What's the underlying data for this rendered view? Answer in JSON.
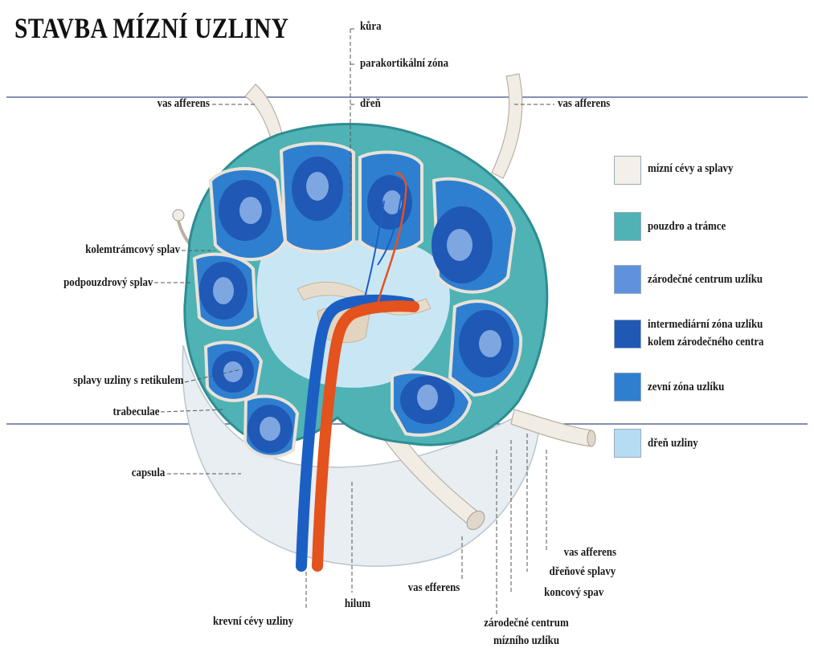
{
  "title": "STAVBA MÍZNÍ UZLINY",
  "colors": {
    "capsule": "#4fb2b4",
    "capsule_dark": "#2e8d92",
    "outer_zone": "#2f7fd0",
    "intermediate_zone": "#1f58b5",
    "germinal_center": "#7ea6e0",
    "medulla": "#c9e6f5",
    "lymph_vessels": "#f2ede6",
    "artery": "#e4521e",
    "vein": "#1c5fc4",
    "rule_line": "#3b4a8c"
  },
  "labels": {
    "kura": "kůra",
    "parakortikalni_zona": "parakortikální zóna",
    "dren": "dřeň",
    "vas_afferens_left": "vas afferens",
    "vas_afferens_right": "vas afferens",
    "kolemtramcovy_splav": "kolemtrámcový splav",
    "podpouzdrovy_splav": "podpouzdrový splav",
    "splavy_uzliny": "splavy uzliny s retikulem",
    "trabeculae": "trabeculae",
    "capsula": "capsula",
    "krevni_cevy": "krevní cévy uzliny",
    "hilum": "hilum",
    "vas_efferens": "vas efferens",
    "vas_afferens_bottom": "vas afferens",
    "drenove_splavy": "dřeňové splavy",
    "koncovy_spav": "koncový spav",
    "zarodecne_centrum_line1": "zárodečné centrum",
    "zarodecne_centrum_line2": "mízního uzlíku"
  },
  "legend": [
    {
      "label": "mízní cévy a splavy",
      "color": "#f4efe8"
    },
    {
      "label": "pouzdro a trámce",
      "color": "#4fb2b4"
    },
    {
      "label": "zárodečné centrum uzlíku",
      "color": "#5f92dc"
    },
    {
      "label": "intermediární zóna uzlíku",
      "label2": "kolem zárodečného centra",
      "color": "#1f58b5"
    },
    {
      "label": "zevní zóna uzlíku",
      "color": "#2f7fd0"
    },
    {
      "label": "dřeň uzliny",
      "color": "#b6dcf3"
    }
  ]
}
